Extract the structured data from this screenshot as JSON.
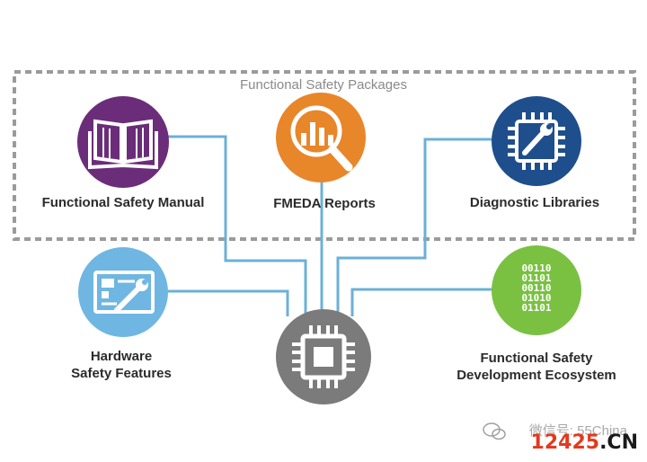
{
  "group": {
    "title": "Functional Safety Packages"
  },
  "nodes": {
    "manual": {
      "label": "Functional Safety Manual",
      "color": "#6b2d79",
      "icon": "book-icon"
    },
    "fmeda": {
      "label": "FMEDA Reports",
      "color": "#e8862a",
      "icon": "magnifier-chart-icon"
    },
    "diagnostic": {
      "label": "Diagnostic Libraries",
      "color": "#1f4e8c",
      "icon": "chip-wrench-icon"
    },
    "hardware": {
      "label_line1": "Hardware",
      "label_line2": "Safety Features",
      "color": "#6fb6e3",
      "icon": "board-wrench-icon"
    },
    "ecosystem": {
      "label_line1": "Functional Safety",
      "label_line2": "Development Ecosystem",
      "color": "#7ac142",
      "icon": "binary-icon",
      "binary_rows": [
        "00110",
        "01101",
        "00110",
        "01010",
        "01101"
      ]
    },
    "center": {
      "color": "#7b7b7b",
      "icon": "chip-icon"
    }
  },
  "connector_color": "#6cb0d8",
  "watermark": {
    "text": "微信号: 55China",
    "icon": "wechat-icon"
  },
  "brand": {
    "number": "12425",
    "domain": ".CN"
  }
}
